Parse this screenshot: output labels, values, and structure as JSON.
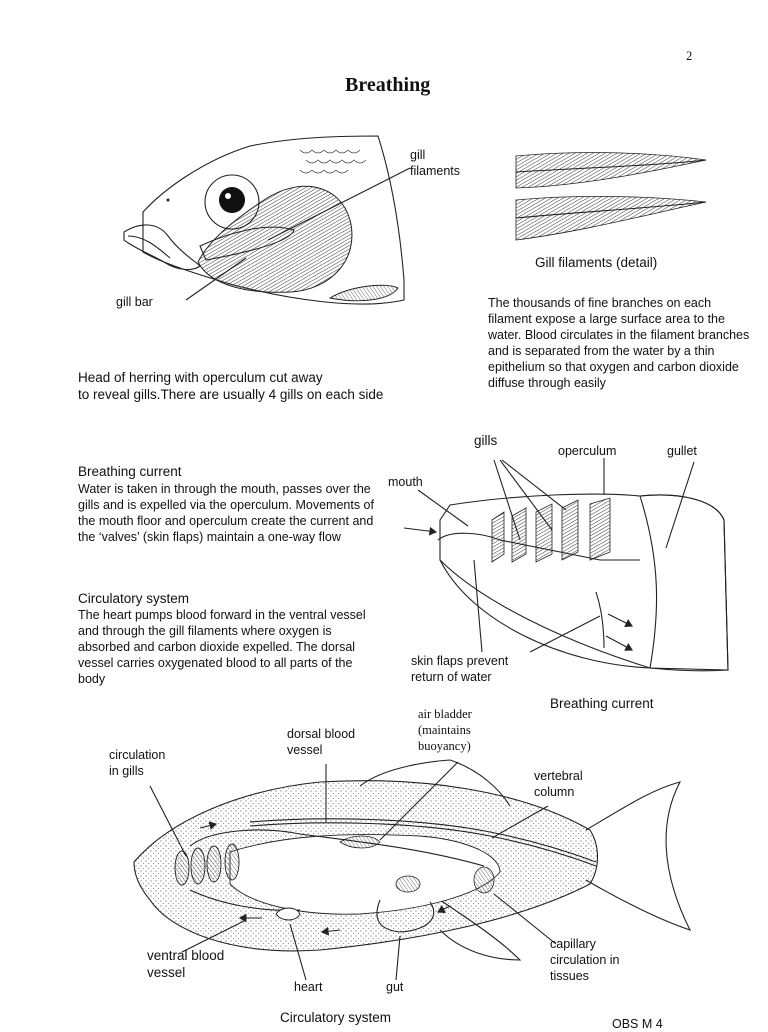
{
  "page_number": "2",
  "title": "Breathing",
  "fig1": {
    "label_gill_filaments": "gill\nfilaments",
    "label_gill_bar": "gill bar",
    "caption": "Head of herring with operculum cut away\nto reveal gills.There are usually 4 gills on each side"
  },
  "fig2": {
    "caption": "Gill filaments (detail)",
    "description": "The thousands of fine branches on each filament expose a large surface area to the water. Blood circulates in the filament branches and is separated from the water by a thin epithelium so that oxygen and carbon dioxide diffuse through easily"
  },
  "breathing_current": {
    "heading": "Breathing current",
    "text": "Water is taken in through the mouth, passes over the gills and is expelled via the operculum. Movements of the mouth floor and operculum create the current and the ‘valves’ (skin flaps) maintain a one-way flow"
  },
  "circulatory": {
    "heading": "Circulatory system",
    "text": "The heart pumps blood forward in the ventral vessel and through the gill filaments where oxygen is absorbed and carbon dioxide expelled. The dorsal vessel carries oxygenated blood to all parts of the body"
  },
  "fig3": {
    "label_gills": "gills",
    "label_operculum": "operculum",
    "label_gullet": "gullet",
    "label_mouth": "mouth",
    "label_skin_flaps": "skin flaps prevent\nreturn of water",
    "caption": "Breathing current"
  },
  "fig4": {
    "label_dorsal_vessel": "dorsal blood\nvessel",
    "label_air_bladder": "air bladder\n(maintains\nbuoyancy)",
    "label_circulation_gills": "circulation\nin gills",
    "label_vertebral": "vertebral\ncolumn",
    "label_ventral": "ventral blood\nvessel",
    "label_heart": "heart",
    "label_gut": "gut",
    "label_capillary": "capillary\ncirculation in\ntissues",
    "caption": "Circulatory system"
  },
  "footer_fragment": "OBS M 4"
}
